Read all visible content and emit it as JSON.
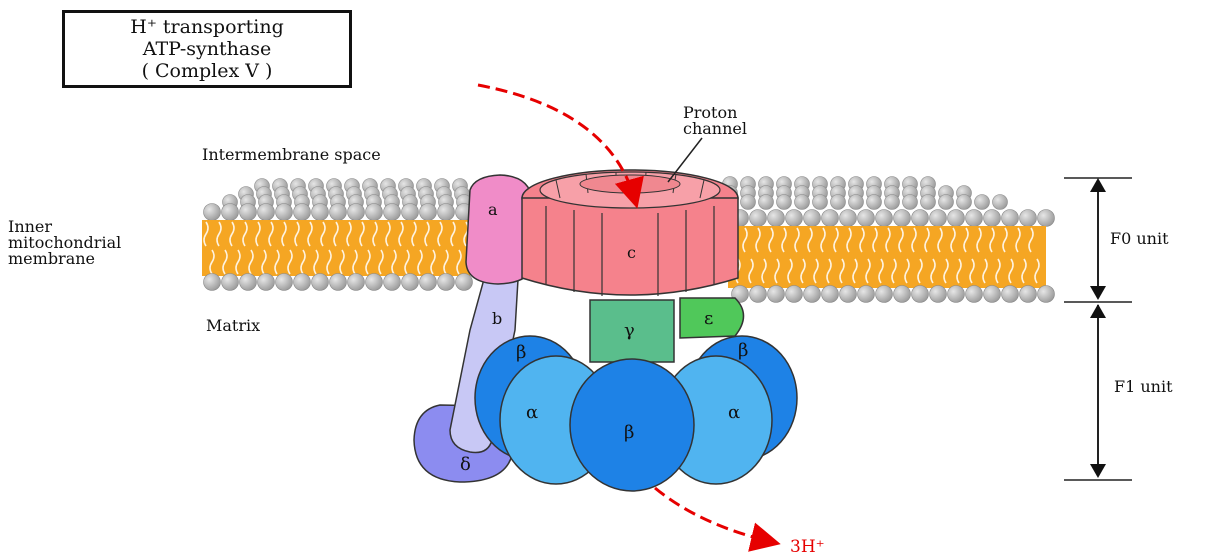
{
  "title": {
    "line1": "H⁺ transporting",
    "line2": "ATP-synthase",
    "line3": "( Complex V )"
  },
  "labels": {
    "intermembrane_space": "Intermembrane space",
    "inner_membrane_line1": "Inner",
    "inner_membrane_line2": "mitochondrial",
    "inner_membrane_line3": "membrane",
    "matrix": "Matrix",
    "proton_channel_line1": "Proton",
    "proton_channel_line2": "channel",
    "f0_unit": "F0 unit",
    "f1_unit": "F1 unit",
    "proton_out": "3H⁺"
  },
  "subunits": {
    "a": "a",
    "b": "b",
    "c": "c",
    "gamma": "γ",
    "epsilon": "ε",
    "delta": "δ",
    "alpha_left": "α",
    "alpha_right": "α",
    "beta_left": "β",
    "beta_right": "β",
    "beta_center": "β"
  },
  "colors": {
    "membrane_head": "#b4b4b4",
    "membrane_tail": "#f5a623",
    "subunit_a": "#f08cc8",
    "subunit_b": "#c8c8f5",
    "subunit_delta": "#8c8cf0",
    "subunit_c": "#f5828c",
    "subunit_gamma": "#5abe8c",
    "subunit_epsilon": "#50c85a",
    "beta_dark": "#1e82e6",
    "alpha_light": "#50b4f0",
    "proton_arrow": "#e60000"
  }
}
